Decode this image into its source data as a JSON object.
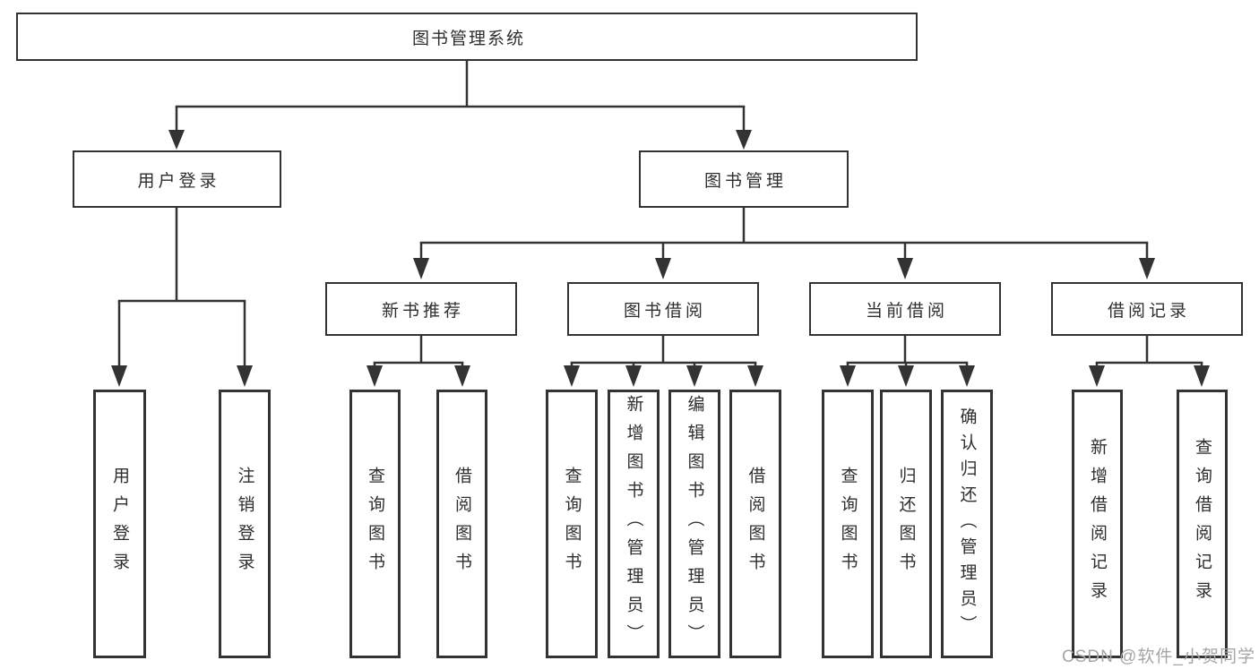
{
  "tree": {
    "label": "图书管理系统",
    "children": [
      {
        "label": "用户登录",
        "children": [
          {
            "label": "用户登录"
          },
          {
            "label": "注销登录"
          }
        ]
      },
      {
        "label": "图书管理",
        "children": [
          {
            "label": "新书推荐",
            "children": [
              {
                "label": "查询图书"
              },
              {
                "label": "借阅图书"
              }
            ]
          },
          {
            "label": "图书借阅",
            "children": [
              {
                "label": "查询图书"
              },
              {
                "label": "新增图书（管理员）"
              },
              {
                "label": "编辑图书（管理员）"
              },
              {
                "label": "借阅图书"
              }
            ]
          },
          {
            "label": "当前借阅",
            "children": [
              {
                "label": "查询图书"
              },
              {
                "label": "归还图书"
              },
              {
                "label": "确认归还（管理员）"
              }
            ]
          },
          {
            "label": "借阅记录",
            "children": [
              {
                "label": "新增借阅记录"
              },
              {
                "label": "查询借阅记录"
              }
            ]
          }
        ]
      }
    ]
  },
  "watermark": {
    "text": "CSDN @软件_小贺同学"
  },
  "colors": {
    "line": "#333333",
    "box_border": "#333333",
    "box_background": "#ffffff",
    "text": "#2e2e2e",
    "watermark": "#a6a6a6",
    "page_background": "#ffffff"
  }
}
